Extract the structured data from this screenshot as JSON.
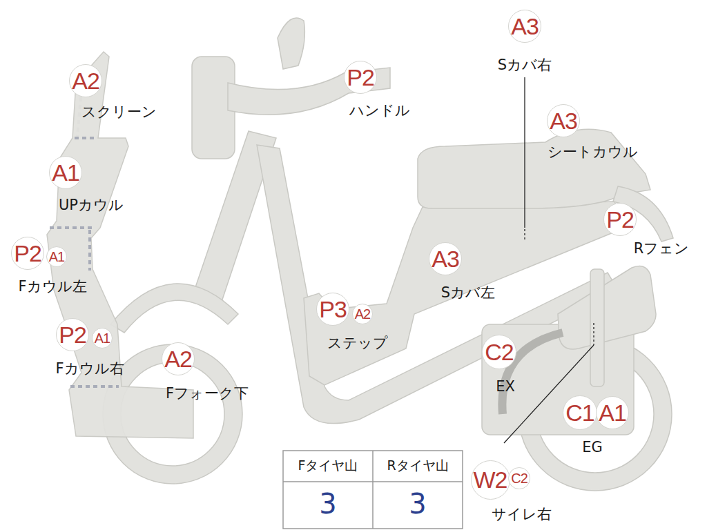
{
  "diagram": {
    "nodes": [
      {
        "text": [
          "A2"
        ]
      },
      {
        "text": [
          "A3"
        ]
      },
      {
        "text": [
          "P2"
        ]
      },
      {
        "text": [
          "A3"
        ]
      },
      {
        "text": [
          "A1"
        ]
      },
      {
        "text": [
          "P2"
        ]
      },
      {
        "text": [
          "P2"
        ]
      },
      {
        "text": [
          "A1"
        ]
      },
      {
        "text": [
          "A3"
        ]
      },
      {
        "text": [
          "P3"
        ]
      },
      {
        "text": [
          "A2"
        ]
      },
      {
        "text": [
          "P2"
        ]
      },
      {
        "text": [
          "A1"
        ]
      },
      {
        "text": [
          "C2"
        ]
      },
      {
        "text": [
          "A2"
        ]
      },
      {
        "text": [
          "C1"
        ]
      },
      {
        "text": [
          "A1"
        ]
      },
      {
        "text": [
          "W2"
        ]
      },
      {
        "text": [
          "C2"
        ]
      }
    ],
    "labels": [
      "Sカバ右",
      "スクリーン",
      "ハンドル",
      "シートカウル",
      "UPカウル",
      "Rフェン",
      "Fカウル左",
      "Sカバ左",
      "ステップ",
      "Fカウル右",
      "EX",
      "Fフォーク下",
      "EG",
      "サイレ右",
      "Fタイヤ山",
      "Rタイヤ山",
      "3",
      "3"
    ]
  }
}
